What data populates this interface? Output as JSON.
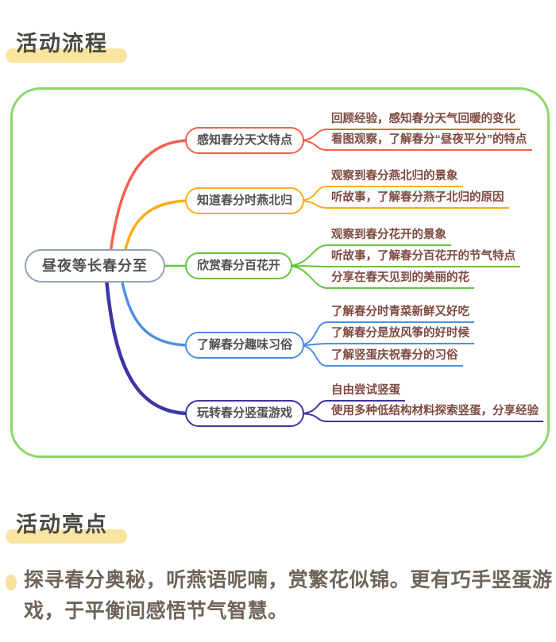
{
  "sections": {
    "flow": {
      "title": "活动流程"
    },
    "highlights": {
      "title": "活动亮点",
      "paragraph": "探寻春分奥秘，听燕语呢喃，赏繁花似锦。更有巧手竖蛋游戏，于平衡间感悟节气智慧。"
    }
  },
  "mindmap": {
    "root": {
      "label": "昼夜等长春分至",
      "border_color": "#94A2BB"
    },
    "branches": [
      {
        "label": "感知春分天文特点",
        "color": "#F7604C",
        "children": [
          "回顾经验，感知春分天气回暖的变化",
          "看图观察，了解春分“昼夜平分”的特点"
        ]
      },
      {
        "label": "知道春分时燕北归",
        "color": "#FBAD16",
        "children": [
          "观察到春分燕北归的景象",
          "听故事，了解春分燕子北归的原因"
        ]
      },
      {
        "label": "欣赏春分百花开",
        "color": "#65C341",
        "children": [
          "观察到春分花开的景象",
          "听故事，了解春分百花开的节气特点",
          "分享在春天见到的美丽的花"
        ]
      },
      {
        "label": "了解春分趣味习俗",
        "color": "#4D8FE4",
        "children": [
          "了解春分时青菜新鲜又好吃",
          "了解春分是放风筝的好时候",
          "了解竖蛋庆祝春分的习俗"
        ]
      },
      {
        "label": "玩转春分竖蛋游戏",
        "color": "#3D35A5",
        "children": [
          "自由尝试竖蛋",
          "使用多种低结构材料探索竖蛋，分享经验"
        ]
      }
    ]
  },
  "theme": {
    "title_highlight": "#FAE5A0",
    "panel_border": "#8CD76A",
    "leaf_text": "#7E4B40",
    "node_text": "#4F4F4F",
    "title_text": "#4A4944",
    "paragraph_text": "#6F6459",
    "bullet_fill": "#F6DF9F"
  },
  "icons": {
    "bullet": "egg-dot"
  }
}
